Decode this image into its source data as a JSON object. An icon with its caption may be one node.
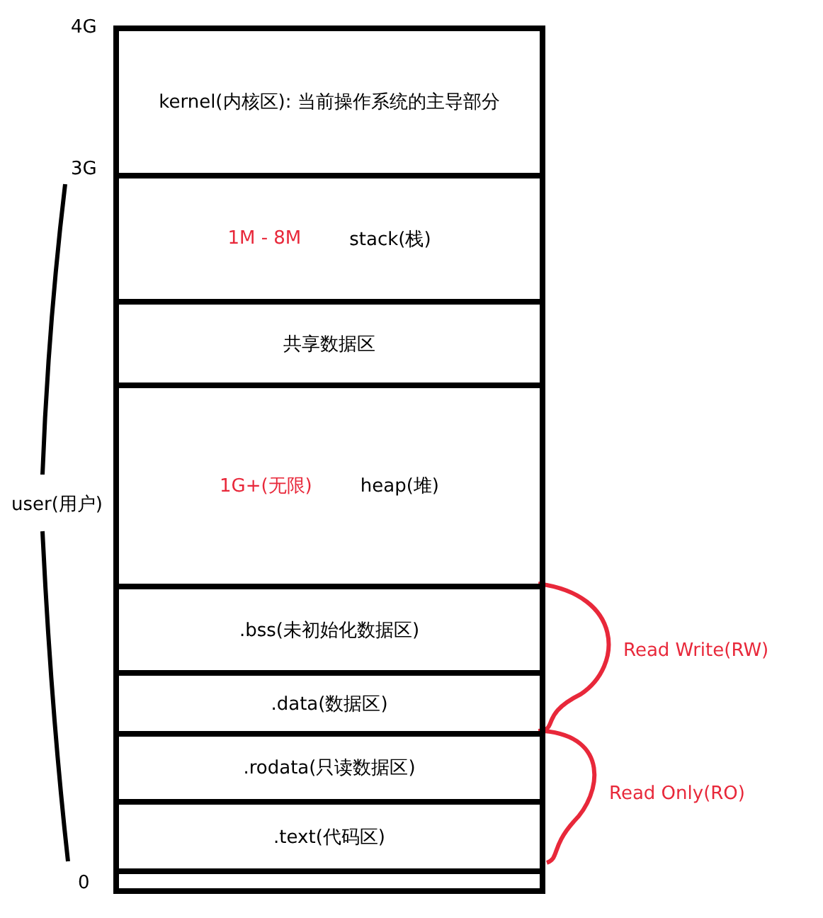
{
  "diagram": {
    "nodes": [
      {
        "text": [
          "kernel(内核区): 当前操作系统的主导部分"
        ]
      },
      {
        "text": [
          "1M - 8M",
          "stack(栈)"
        ]
      },
      {
        "text": [
          "共享数据区"
        ]
      },
      {
        "text": [
          "1G+(无限)",
          "heap(堆)"
        ]
      },
      {
        "text": [
          ".bss(未初始化数据区)"
        ]
      },
      {
        "text": [
          ".data(数据区)"
        ]
      },
      {
        "text": [
          ".rodata(只读数据区)"
        ]
      },
      {
        "text": [
          ".text(代码区)"
        ]
      },
      {
        "text": [],
        "shape": "box"
      }
    ],
    "labels": [
      "4G",
      "3G",
      "user(用户)",
      "Read Write(RW)",
      "Read Only(RO)",
      "0"
    ]
  }
}
